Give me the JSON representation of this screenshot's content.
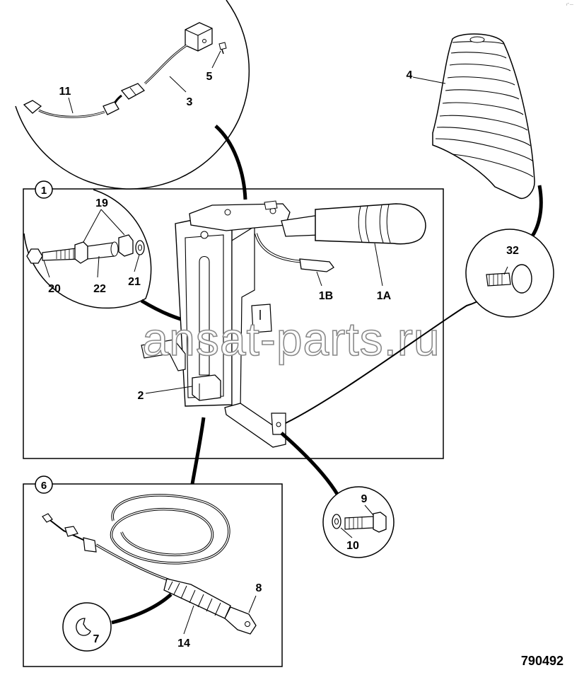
{
  "diagram": {
    "reference_number": "790492",
    "watermark": "ansat-parts.ru",
    "corner_mark": "r\" —",
    "box_numbers": {
      "main": "1",
      "cable": "6"
    },
    "part_labels": {
      "p11": "11",
      "p3": "3",
      "p5": "5",
      "p4": "4",
      "p19": "19",
      "p20": "20",
      "p22": "22",
      "p21": "21",
      "p1B": "1B",
      "p1A": "1A",
      "p32": "32",
      "p2": "2",
      "p9": "9",
      "p10": "10",
      "p8": "8",
      "p7": "7",
      "p14": "14"
    }
  }
}
